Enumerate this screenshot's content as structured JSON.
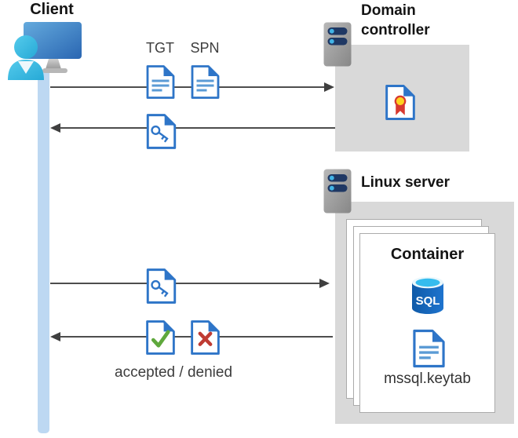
{
  "client": {
    "label": "Client"
  },
  "flows": {
    "tgt": "TGT",
    "spn": "SPN",
    "result": "accepted / denied"
  },
  "domain_controller": {
    "title": "Domain controller"
  },
  "linux_server": {
    "title": "Linux server"
  },
  "container": {
    "title": "Container",
    "sql_label": "SQL",
    "keytab_file": "mssql.keytab"
  },
  "icons": {
    "client": "user-at-monitor-icon",
    "servers": "server-icon",
    "tickets": "document-icon",
    "service_ticket": "key-document-icon",
    "certificate": "certificate-document-icon",
    "accepted": "check-document-icon",
    "denied": "x-document-icon",
    "database": "sql-database-icon"
  },
  "colors": {
    "doc_border_blue": "#2e75c8",
    "doc_line_blue": "#5b9bd5",
    "accept_green": "#5fa83c",
    "deny_red": "#bf3b33",
    "lifeline_blue": "#bdd8f2",
    "box_gray": "#d9d9d9",
    "sql_blue": "#1464b8",
    "arrow_gray": "#4d4d4d"
  }
}
